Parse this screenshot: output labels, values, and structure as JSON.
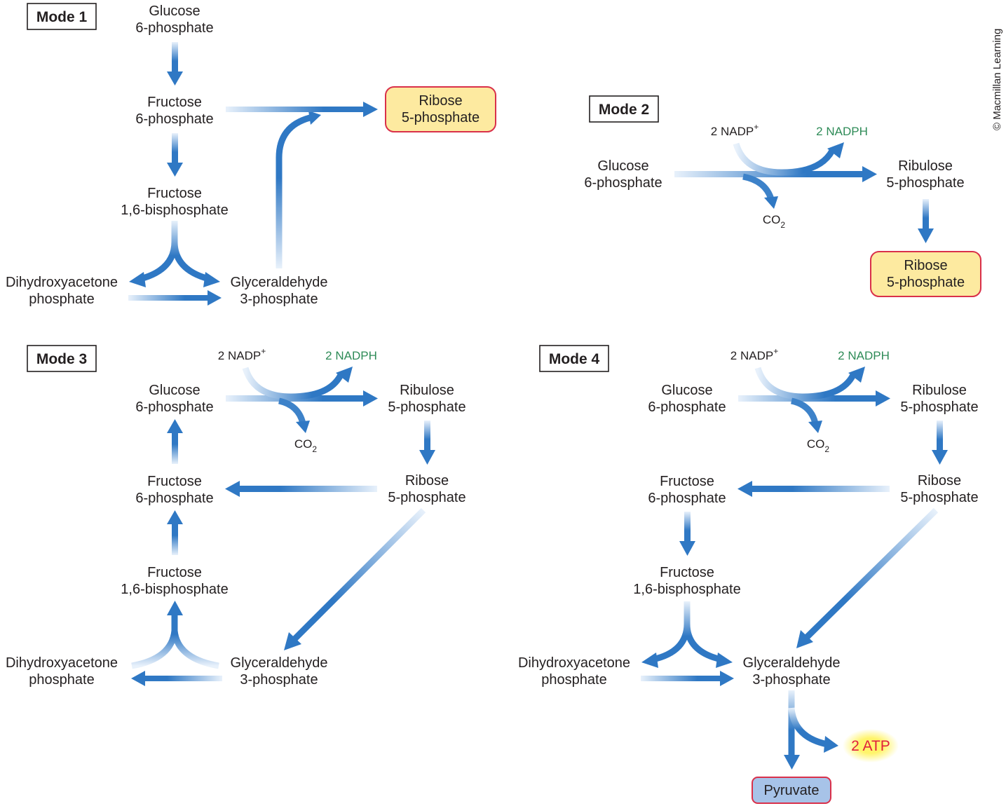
{
  "copyright": "© Macmillan Learning",
  "colors": {
    "arrow": "#2f78c4",
    "arrow_fade": "#e6f0fa",
    "nadph_green": "#2e8b57",
    "product_box_fill": "#fdeaa0",
    "product_box_border": "#d9304a",
    "pyruvate_fill": "#a7c3e8",
    "atp_red": "#e0203c",
    "atp_glow": "#fff46b"
  },
  "mode1": {
    "title": "Mode 1",
    "glucose6p": [
      "Glucose",
      "6-phosphate"
    ],
    "fructose6p": [
      "Fructose",
      "6-phosphate"
    ],
    "fructose16bp": [
      "Fructose",
      "1,6-bisphosphate"
    ],
    "dhap": [
      "Dihydroxyacetone",
      "phosphate"
    ],
    "gap": [
      "Glyceraldehyde",
      "3-phosphate"
    ],
    "product": [
      "Ribose",
      "5-phosphate"
    ]
  },
  "mode2": {
    "title": "Mode 2",
    "glucose6p": [
      "Glucose",
      "6-phosphate"
    ],
    "nadp": "2 NADP",
    "nadp_sup": "+",
    "nadph": "2 NADPH",
    "co2": "CO",
    "co2_sub": "2",
    "ribulose5p": [
      "Ribulose",
      "5-phosphate"
    ],
    "product": [
      "Ribose",
      "5-phosphate"
    ]
  },
  "mode3": {
    "title": "Mode 3",
    "nadp": "2 NADP",
    "nadp_sup": "+",
    "nadph": "2 NADPH",
    "co2": "CO",
    "co2_sub": "2",
    "glucose6p": [
      "Glucose",
      "6-phosphate"
    ],
    "ribulose5p": [
      "Ribulose",
      "5-phosphate"
    ],
    "fructose6p": [
      "Fructose",
      "6-phosphate"
    ],
    "ribose5p": [
      "Ribose",
      "5-phosphate"
    ],
    "fructose16bp": [
      "Fructose",
      "1,6-bisphosphate"
    ],
    "dhap": [
      "Dihydroxyacetone",
      "phosphate"
    ],
    "gap": [
      "Glyceraldehyde",
      "3-phosphate"
    ]
  },
  "mode4": {
    "title": "Mode 4",
    "nadp": "2 NADP",
    "nadp_sup": "+",
    "nadph": "2 NADPH",
    "co2": "CO",
    "co2_sub": "2",
    "glucose6p": [
      "Glucose",
      "6-phosphate"
    ],
    "ribulose5p": [
      "Ribulose",
      "5-phosphate"
    ],
    "fructose6p": [
      "Fructose",
      "6-phosphate"
    ],
    "ribose5p": [
      "Ribose",
      "5-phosphate"
    ],
    "fructose16bp": [
      "Fructose",
      "1,6-bisphosphate"
    ],
    "dhap": [
      "Dihydroxyacetone",
      "phosphate"
    ],
    "gap": [
      "Glyceraldehyde",
      "3-phosphate"
    ],
    "atp": "2 ATP",
    "product": "Pyruvate"
  }
}
